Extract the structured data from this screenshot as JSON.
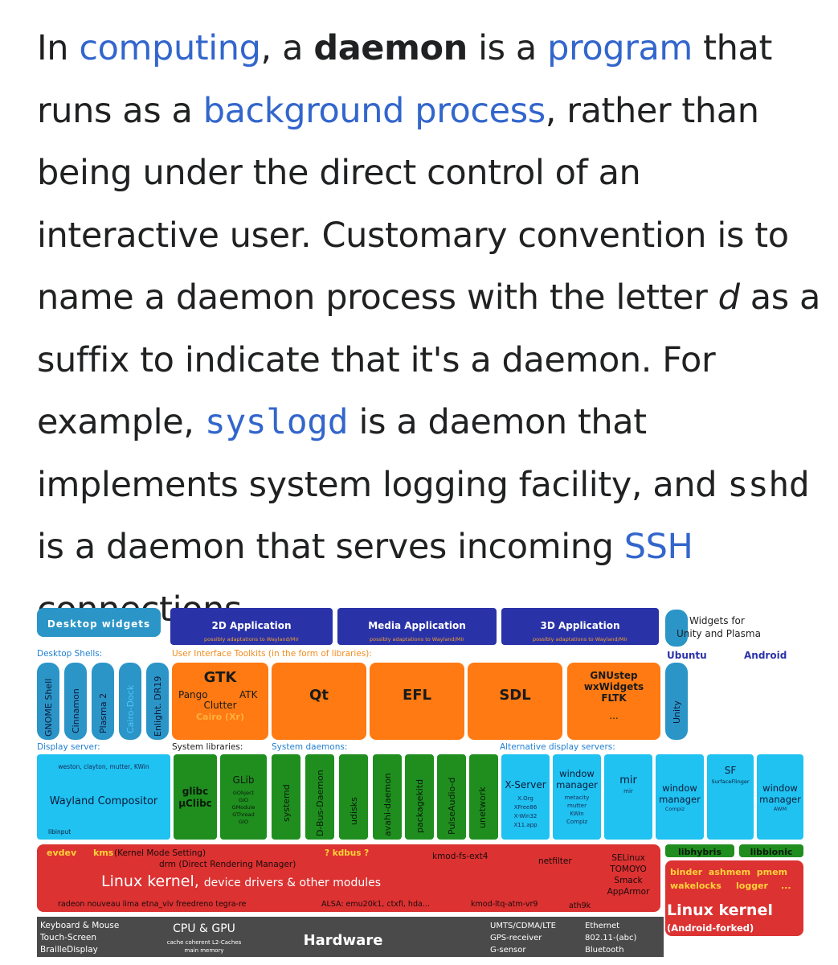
{
  "paragraph": {
    "t1": "In ",
    "link_computing": "computing",
    "t2": ", a ",
    "bold_daemon": "daemon",
    "t3": " is a ",
    "link_program": "program",
    "t4": " that runs as a ",
    "link_background": "background process",
    "t5": ", rather than being under the direct control of an interactive user. Customary convention is to name a daemon process with the letter ",
    "italic_d": "d",
    "t6": " as a suffix to indicate that it's a daemon. For example, ",
    "code_syslogd": "syslogd",
    "t7": " is a daemon that implements system logging facility, and ",
    "code_sshd": "sshd",
    "t8": " is a daemon that serves incoming ",
    "link_ssh": "SSH",
    "t9": " connections."
  },
  "diagram": {
    "top": {
      "desktop_widgets": "Desktop widgets",
      "app_2d": "2D Application",
      "app_media": "Media Application",
      "app_3d": "3D Application",
      "app_sub": "possibly adaptations to Wayland/Mir",
      "widgets_for": "Widgets for",
      "unity_plasma": "Unity and Plasma"
    },
    "section_labels": {
      "desktop_shells": "Desktop Shells:",
      "ui_toolkits": "User Interface Toolkits (in the form of libraries):",
      "ubuntu": "Ubuntu",
      "android": "Android",
      "display_server": "Display server:",
      "system_libraries": "System libraries:",
      "system_daemons": "System daemons:",
      "alt_display": "Alternative display servers:"
    },
    "shells": [
      "GNOME Shell",
      "Cinnamon",
      "Plasma 2",
      "Cairo-Dock",
      "Enlight. DR19"
    ],
    "toolkits": {
      "gtk": "GTK",
      "pango": "Pango",
      "atk": "ATK",
      "clutter": "Clutter",
      "cairo": "Cairo (Xr)",
      "qt": "Qt",
      "efl": "EFL",
      "sdl": "SDL",
      "gnustep": "GNUstep",
      "wxwidgets": "wxWidgets",
      "fltk": "FLTK",
      "ellipsis": "..."
    },
    "unity": "Unity",
    "wayland": {
      "compositors": "weston, clayton, mutter, KWin",
      "title": "Wayland Compositor",
      "libinput": "libinput"
    },
    "libs": {
      "glibc": "glibc",
      "uclibc": "µClibc",
      "glib": "GLib",
      "glib_sub": [
        "GObject",
        "GIO",
        "GModule",
        "GThread",
        "GIO"
      ]
    },
    "daemons": [
      "systemd",
      "D-Bus-Daemon",
      "udisks",
      "avahi-daemon",
      "packagekitd",
      "PulseAudio-d",
      "unetwork"
    ],
    "xserver": {
      "title": "X-Server",
      "items": [
        "X.Org",
        "XFree86",
        "X-Win32",
        "X11.app"
      ]
    },
    "wm": {
      "title1": "window",
      "title2": "manager",
      "items": [
        "metacity",
        "mutter",
        "KWin",
        "Compiz"
      ]
    },
    "mir": {
      "title": "mir",
      "sub": "mir"
    },
    "wm_ubuntu": {
      "title1": "window",
      "title2": "manager",
      "sub": "Compiz"
    },
    "sf": {
      "title": "SF",
      "sub": "SurfaceFlinger"
    },
    "wm_android": {
      "title1": "window",
      "title2": "manager",
      "sub": "AWM"
    },
    "kernel": {
      "evdev": "evdev",
      "kms": "kms",
      "kms_desc": "(Kernel Mode Setting)",
      "drm": "drm (Direct Rendering Manager)",
      "kdbus": "? kdbus ?",
      "kmod_fs": "kmod-fs-ext4",
      "netfilter": "netfilter",
      "lsm": [
        "SELinux",
        "TOMOYO",
        "Smack",
        "AppArmor"
      ],
      "title": "Linux kernel,",
      "title_rest": "device drivers & other modules",
      "gpu_drivers": "radeon nouveau lima etna_viv freedreno tegra-re",
      "alsa": "ALSA: emu20k1, ctxfi, hda...",
      "kmod_ltq": "kmod-ltq-atm-vr9",
      "ath9k": "ath9k"
    },
    "android": {
      "libhybris": "libhybris",
      "libbionic": "libbionic",
      "binder_line": "binder  ashmem  pmem",
      "wakelocks": "wakelocks",
      "logger": "logger",
      "dots": "...",
      "kernel": "Linux kernel",
      "forked": "(Android-forked)"
    },
    "hardware": {
      "input": [
        "Keyboard & Mouse",
        "Touch-Screen",
        "BrailleDisplay"
      ],
      "cpu": "CPU & GPU",
      "cpu_sub": [
        "cache coherent L2-Caches",
        "main memory"
      ],
      "title": "Hardware",
      "radio": [
        "UMTS/CDMA/LTE",
        "GPS-receiver",
        "G-sensor"
      ],
      "net": [
        "Ethernet",
        "802.11-(abc)",
        "Bluetooth"
      ]
    }
  },
  "colors": {
    "text": "#202122",
    "link": "#3366cc",
    "navy": "#2a32a8",
    "teal": "#2b95c7",
    "cyan": "#1fc2f0",
    "orange": "#ff7a12",
    "green": "#1f8e1f",
    "red": "#dc3232",
    "darkgray": "#4a4a4a",
    "label_orange": "#f08c1e",
    "label_blue": "#1f7fd1"
  }
}
